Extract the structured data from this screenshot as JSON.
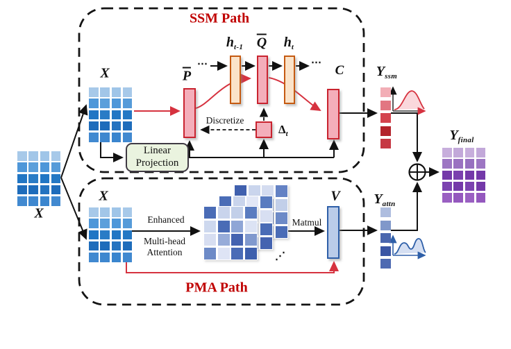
{
  "titles": {
    "ssm": "SSM Path",
    "pma": "PMA Path"
  },
  "texts": {
    "discretize": "Discretize",
    "matmul": "Matmul",
    "enhanced": "Enhanced",
    "multihead": "Multi-head",
    "attention": "Attention",
    "linear_line1": "Linear",
    "linear_line2": "Projection"
  },
  "labels": {
    "x_left": "X",
    "x_ssm": "X",
    "x_pma": "X",
    "p_bar": {
      "base": "P"
    },
    "h_prev": {
      "base": "h",
      "sub": "t-1"
    },
    "q_bar": {
      "base": "Q"
    },
    "h_t": {
      "base": "h",
      "sub": "t"
    },
    "c": "C",
    "delta": {
      "base": "Δ",
      "sub": "t"
    },
    "v": "V",
    "y_ssm": {
      "base": "Y",
      "sub": "ssm"
    },
    "y_attn": {
      "base": "Y",
      "sub": "attn"
    },
    "y_final": {
      "base": "Y",
      "sub": "final"
    },
    "dots_after_p": "⋯",
    "dots_after_ht": "⋯",
    "dots_attn_stack": "⋰"
  },
  "icons": {
    "fuse": "circled-plus-icon",
    "ssm_distribution": "skewed-unimodal-density-curve",
    "attn_distribution": "bimodal-density-curve"
  },
  "colors": {
    "accent_red": "#C00000",
    "arrow_red": "#D6323F",
    "line_black": "#111111",
    "pink_fill": "#F4AEBA",
    "pink_border": "#C9232F",
    "orange_fill": "#FBE3C9",
    "orange_border": "#C55A11",
    "v_fill": "#BACCE9",
    "v_border": "#2E5FA8",
    "lp_fill": "#EAF3DF",
    "lp_border": "#403A44",
    "dist_red_fill": "#F5B8C0",
    "dist_blue_fill": "#C3D2EC"
  },
  "matrices": {
    "x_input": [
      [
        "#A7C9E9",
        "#A2C6E8",
        "#9FC5E8",
        "#A7C9E9"
      ],
      [
        "#4E97D9",
        "#5B9FDB",
        "#4E97D9",
        "#569BD9"
      ],
      [
        "#2176C4",
        "#2A7CC6",
        "#2176C4",
        "#2478C4"
      ],
      [
        "#1E6CBB",
        "#1E6CBB",
        "#2473C0",
        "#1E6CBB"
      ],
      [
        "#4189D0",
        "#3E87CF",
        "#3A85CE",
        "#4189D0"
      ]
    ],
    "y_final": [
      [
        "#C7AEDC",
        "#C2A8D9",
        "#C7AEDC",
        "#C2A8D9"
      ],
      [
        "#9D76C3",
        "#9A72C1",
        "#9770C0",
        "#9D76C3"
      ],
      [
        "#7439A9",
        "#7A40AE",
        "#7439A9",
        "#7439A9"
      ],
      [
        "#7B42B0",
        "#7439A9",
        "#7B42B0",
        "#7439A9"
      ],
      [
        "#9A60C2",
        "#9458BE",
        "#9A60C2",
        "#9458BE"
      ]
    ],
    "y_ssm_col": [
      "#F2AEB6",
      "#E27681",
      "#D4434E",
      "#B3232B",
      "#C63843"
    ],
    "y_attn_col": [
      "#AEBDDF",
      "#8098CA",
      "#4A66AE",
      "#3A55A4",
      "#4E6AB2"
    ],
    "attn_back": [
      [
        "#4060AE",
        "#CAD5ED",
        "#D4DCF0",
        "#6482C4"
      ],
      [
        "#C2CFE9",
        "#97ACD9",
        "#8FA6D6",
        "#C2CFE9"
      ],
      [
        "#D7DEF1",
        "#C9D4EC",
        "#4A6CB6",
        "#6D8AC7"
      ],
      [
        "#8FA6D6",
        "#D7DEF1",
        "#97ACD9",
        "#4A6CB6"
      ]
    ],
    "attn_mid": [
      [
        "#4A6CB6",
        "#C9D4EC",
        "#E2E7F6",
        "#5A7CC0"
      ],
      [
        "#C9D4EC",
        "#8FA6D6",
        "#D7DEF1",
        "#D8DFF2"
      ],
      [
        "#8FA6D6",
        "#4A6CB6",
        "#C2CFE9",
        "#4A6CB6"
      ],
      [
        "#D7DEF1",
        "#6D8AC7",
        "#97ACD9",
        "#4463B0"
      ]
    ],
    "attn_front": [
      [
        "#4A6CB6",
        "#C9D4EC",
        "#C2CFE9",
        "#5A7CC0"
      ],
      [
        "#CDD8EE",
        "#4A6CB6",
        "#8FA6D6",
        "#DCE3F4"
      ],
      [
        "#D7DEF1",
        "#97ACD9",
        "#4463B0",
        "#8099CE"
      ],
      [
        "#6D8AC7",
        "#DEE4F5",
        "#4A6CB6",
        "#3D5FAD"
      ]
    ]
  }
}
